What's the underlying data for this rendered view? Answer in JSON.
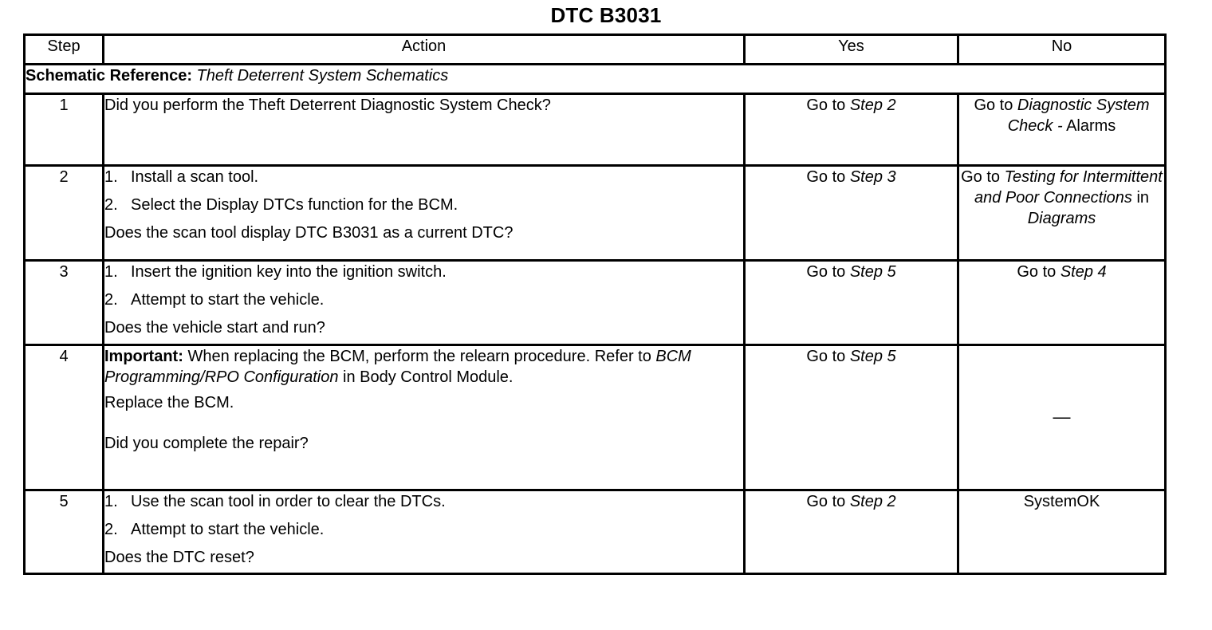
{
  "document": {
    "title": "DTC B3031"
  },
  "table": {
    "headers": {
      "step": "Step",
      "action": "Action",
      "yes": "Yes",
      "no": "No"
    },
    "schematic_reference": {
      "label": "Schematic Reference:",
      "value": "Theft Deterrent System Schematics"
    },
    "rows": [
      {
        "step": "1",
        "action": {
          "items": [],
          "question": "Did you perform the Theft Deterrent Diagnostic System Check?"
        },
        "yes": {
          "prefix": "Go to ",
          "italic": "Step 2",
          "suffix": ""
        },
        "no": {
          "prefix": "Go to ",
          "italic": "Diagnostic System Check -",
          "suffix": " Alarms"
        }
      },
      {
        "step": "2",
        "action": {
          "items": [
            {
              "n": "1.",
              "text": "Install a scan tool."
            },
            {
              "n": "2.",
              "text": "Select the Display DTCs function for the BCM."
            }
          ],
          "question": "Does the scan tool display DTC B3031 as a current DTC?"
        },
        "yes": {
          "prefix": "Go to ",
          "italic": "Step 3",
          "suffix": ""
        },
        "no": {
          "prefix": "Go to ",
          "italic": "Testing for Intermittent and Poor Connections",
          "mid": " in ",
          "italic2": "Diagrams",
          "suffix": ""
        }
      },
      {
        "step": "3",
        "action": {
          "items": [
            {
              "n": "1.",
              "text": "Insert the ignition key into the ignition switch."
            },
            {
              "n": "2.",
              "text": "Attempt to start the vehicle."
            }
          ],
          "question": "Does the vehicle start and run?"
        },
        "yes": {
          "prefix": "Go to ",
          "italic": "Step 5",
          "suffix": ""
        },
        "no": {
          "prefix": "Go to ",
          "italic": "Step 4",
          "suffix": ""
        }
      },
      {
        "step": "4",
        "action": {
          "important_label": "Important:",
          "important_text": " When replacing the BCM, perform the relearn procedure. Refer to ",
          "important_italic": "BCM Programming/RPO Configuration",
          "important_tail": " in Body Control Module.",
          "statement": "Replace the BCM.",
          "question": "Did you complete the repair?"
        },
        "yes": {
          "prefix": "Go to ",
          "italic": "Step 5",
          "suffix": ""
        },
        "no": {
          "dash": "—"
        }
      },
      {
        "step": "5",
        "action": {
          "items": [
            {
              "n": "1.",
              "text": "Use the scan tool in order to clear the DTCs."
            },
            {
              "n": "2.",
              "text": "Attempt to start the vehicle."
            }
          ],
          "question": "Does the DTC reset?"
        },
        "yes": {
          "prefix": "Go to ",
          "italic": "Step 2",
          "suffix": ""
        },
        "no": {
          "plain": "SystemOK"
        }
      }
    ]
  },
  "colors": {
    "ink": "#000000",
    "paper": "#ffffff"
  }
}
